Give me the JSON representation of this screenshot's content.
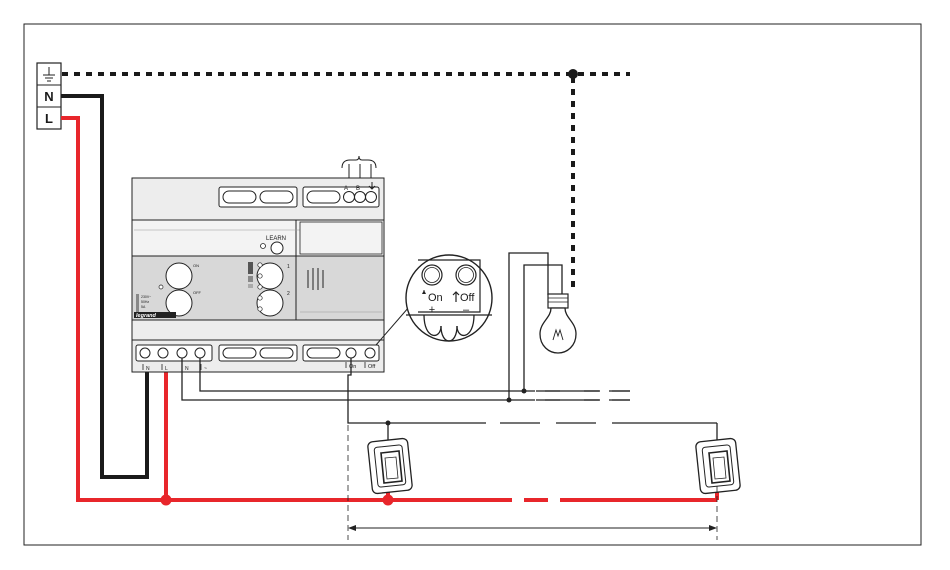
{
  "terminals": {
    "earth": "⏚",
    "neutral": "N",
    "live": "L"
  },
  "module": {
    "learn_label": "LEARN",
    "brand": "legrand",
    "bus_labels": [
      "A",
      "B"
    ],
    "bottom_terminals": [
      "N",
      "L",
      "N",
      "~"
    ],
    "ch1_label": "1",
    "ch2_label": "2",
    "on_tiny": "ON",
    "off_tiny": "OFF",
    "spec_lines": [
      "230V~",
      "50Hz",
      "5A"
    ],
    "on_off_terminals": [
      "On",
      "Off"
    ]
  },
  "zoom": {
    "on_label": "On",
    "off_label": "Off",
    "plus": "+",
    "minus": "–"
  },
  "colors": {
    "live": "#e8262b",
    "neutral": "#1a1a1a",
    "earth": "#1a1a1a",
    "device_fill": "#ededed",
    "panel_fill": "#d8d8d8"
  }
}
